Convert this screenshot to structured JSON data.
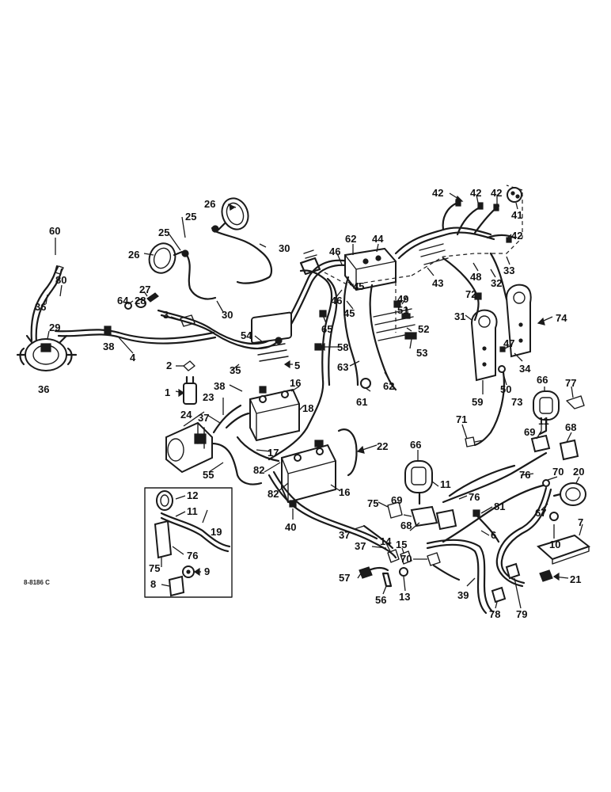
{
  "figure_code": "8-8186 C",
  "callouts": [
    {
      "id": "c60",
      "label": "60"
    },
    {
      "id": "c80",
      "label": "80"
    },
    {
      "id": "c36a",
      "label": "36"
    },
    {
      "id": "c64",
      "label": "64"
    },
    {
      "id": "c28",
      "label": "28"
    },
    {
      "id": "c27",
      "label": "27"
    },
    {
      "id": "c29",
      "label": "29"
    },
    {
      "id": "c38a",
      "label": "38"
    },
    {
      "id": "c4",
      "label": "4"
    },
    {
      "id": "c36b",
      "label": "36"
    },
    {
      "id": "c26a",
      "label": "26"
    },
    {
      "id": "c25a",
      "label": "25"
    },
    {
      "id": "c26b",
      "label": "26"
    },
    {
      "id": "c25b",
      "label": "25"
    },
    {
      "id": "c30a",
      "label": "30"
    },
    {
      "id": "c30b",
      "label": "30"
    },
    {
      "id": "c3",
      "label": "3"
    },
    {
      "id": "c54",
      "label": "54"
    },
    {
      "id": "c2",
      "label": "2"
    },
    {
      "id": "c35",
      "label": "35"
    },
    {
      "id": "c5",
      "label": "5"
    },
    {
      "id": "c1",
      "label": "1"
    },
    {
      "id": "c38b",
      "label": "38"
    },
    {
      "id": "c23",
      "label": "23"
    },
    {
      "id": "c16a",
      "label": "16"
    },
    {
      "id": "c18",
      "label": "18"
    },
    {
      "id": "c37a",
      "label": "37"
    },
    {
      "id": "c24",
      "label": "24"
    },
    {
      "id": "c55",
      "label": "55"
    },
    {
      "id": "c17",
      "label": "17"
    },
    {
      "id": "c82a",
      "label": "82"
    },
    {
      "id": "c82b",
      "label": "82"
    },
    {
      "id": "c22",
      "label": "22"
    },
    {
      "id": "c16b",
      "label": "16"
    },
    {
      "id": "c40",
      "label": "40"
    },
    {
      "id": "c62a",
      "label": "62"
    },
    {
      "id": "c44",
      "label": "44"
    },
    {
      "id": "c46a",
      "label": "46"
    },
    {
      "id": "c45a",
      "label": "45"
    },
    {
      "id": "c46b",
      "label": "46"
    },
    {
      "id": "c45b",
      "label": "45"
    },
    {
      "id": "c65",
      "label": "65"
    },
    {
      "id": "c58",
      "label": "58"
    },
    {
      "id": "c63",
      "label": "63"
    },
    {
      "id": "c61",
      "label": "61"
    },
    {
      "id": "c62b",
      "label": "62"
    },
    {
      "id": "c42a",
      "label": "42"
    },
    {
      "id": "c42b",
      "label": "42"
    },
    {
      "id": "c42c",
      "label": "42"
    },
    {
      "id": "c41",
      "label": "41"
    },
    {
      "id": "c42d",
      "label": "42"
    },
    {
      "id": "c33",
      "label": "33"
    },
    {
      "id": "c48",
      "label": "48"
    },
    {
      "id": "c43",
      "label": "43"
    },
    {
      "id": "c32",
      "label": "32"
    },
    {
      "id": "c72",
      "label": "72"
    },
    {
      "id": "c49",
      "label": "49"
    },
    {
      "id": "c51",
      "label": "51"
    },
    {
      "id": "c52",
      "label": "52"
    },
    {
      "id": "c53",
      "label": "53"
    },
    {
      "id": "c31",
      "label": "31"
    },
    {
      "id": "c74",
      "label": "74"
    },
    {
      "id": "c47",
      "label": "47"
    },
    {
      "id": "c34",
      "label": "34"
    },
    {
      "id": "c50",
      "label": "50"
    },
    {
      "id": "c59",
      "label": "59"
    },
    {
      "id": "c66a",
      "label": "66"
    },
    {
      "id": "c77",
      "label": "77"
    },
    {
      "id": "c73",
      "label": "73"
    },
    {
      "id": "c11a",
      "label": "11"
    },
    {
      "id": "c69a",
      "label": "69"
    },
    {
      "id": "c68a",
      "label": "68"
    },
    {
      "id": "c71",
      "label": "71"
    },
    {
      "id": "c20",
      "label": "20"
    },
    {
      "id": "c70a",
      "label": "70"
    },
    {
      "id": "c76a",
      "label": "76"
    },
    {
      "id": "c67",
      "label": "67"
    },
    {
      "id": "c66b",
      "label": "66"
    },
    {
      "id": "c11b",
      "label": "11"
    },
    {
      "id": "c75a",
      "label": "75"
    },
    {
      "id": "c69b",
      "label": "69"
    },
    {
      "id": "c68b",
      "label": "68"
    },
    {
      "id": "c76b",
      "label": "76"
    },
    {
      "id": "c81",
      "label": "81"
    },
    {
      "id": "c6",
      "label": "6"
    },
    {
      "id": "c10",
      "label": "10"
    },
    {
      "id": "c7",
      "label": "7"
    },
    {
      "id": "c12",
      "label": "12"
    },
    {
      "id": "c11c",
      "label": "11"
    },
    {
      "id": "c19",
      "label": "19"
    },
    {
      "id": "c76c",
      "label": "76"
    },
    {
      "id": "c75b",
      "label": "75"
    },
    {
      "id": "c9",
      "label": "9"
    },
    {
      "id": "c8",
      "label": "8"
    },
    {
      "id": "c37b",
      "label": "37"
    },
    {
      "id": "c37c",
      "label": "37"
    },
    {
      "id": "c14",
      "label": "14"
    },
    {
      "id": "c15",
      "label": "15"
    },
    {
      "id": "c70b",
      "label": "70"
    },
    {
      "id": "c57",
      "label": "57"
    },
    {
      "id": "c56",
      "label": "56"
    },
    {
      "id": "c13",
      "label": "13"
    },
    {
      "id": "c39",
      "label": "39"
    },
    {
      "id": "c78",
      "label": "78"
    },
    {
      "id": "c79",
      "label": "79"
    },
    {
      "id": "c21",
      "label": "21"
    }
  ]
}
